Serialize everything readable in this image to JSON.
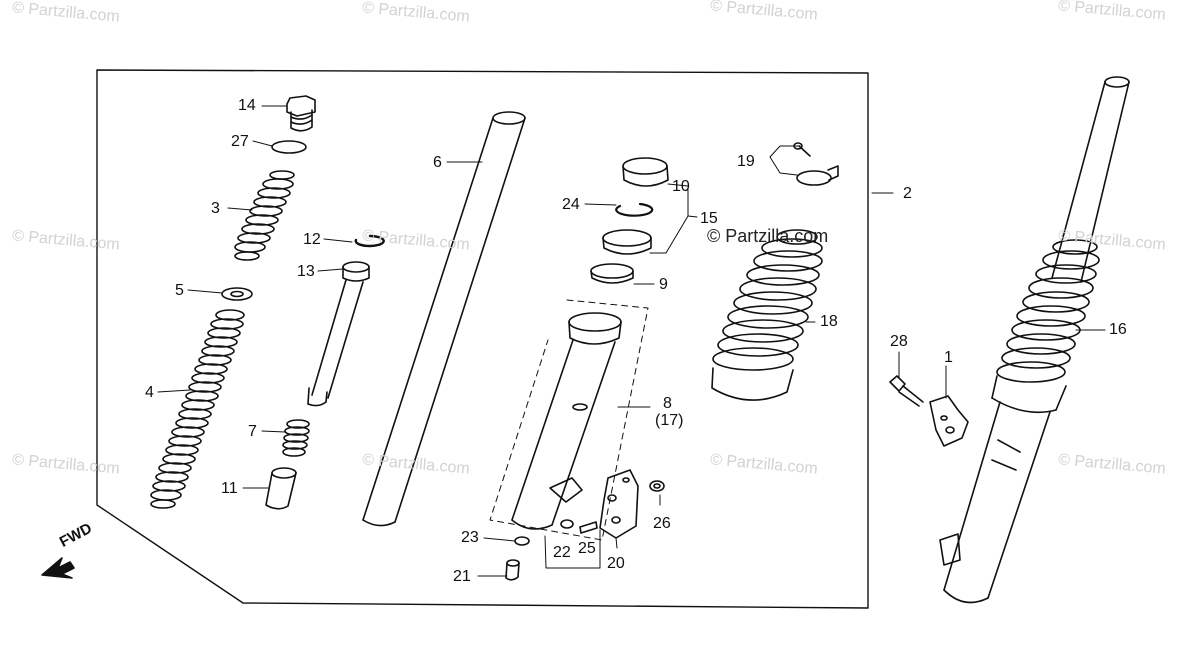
{
  "watermark": {
    "text": "© Partzilla.com",
    "center_text": "© Partzilla.com"
  },
  "direction_indicator": {
    "label": "FWD",
    "arrow_icon": "left-arrow-icon"
  },
  "callouts": {
    "n1": "1",
    "n2": "2",
    "n3": "3",
    "n4": "4",
    "n5": "5",
    "n6": "6",
    "n7": "7",
    "n8": "8",
    "n8_alt": "(17)",
    "n9": "9",
    "n10": "10",
    "n11": "11",
    "n12": "12",
    "n13": "13",
    "n14": "14",
    "n15": "15",
    "n16": "16",
    "n18": "18",
    "n19": "19",
    "n20": "20",
    "n21": "21",
    "n22": "22",
    "n23": "23",
    "n24": "24",
    "n25": "25",
    "n26": "26",
    "n27": "27",
    "n28": "28"
  },
  "colors": {
    "line": "#111111",
    "watermark": "#d2d2d2",
    "background": "#ffffff"
  }
}
